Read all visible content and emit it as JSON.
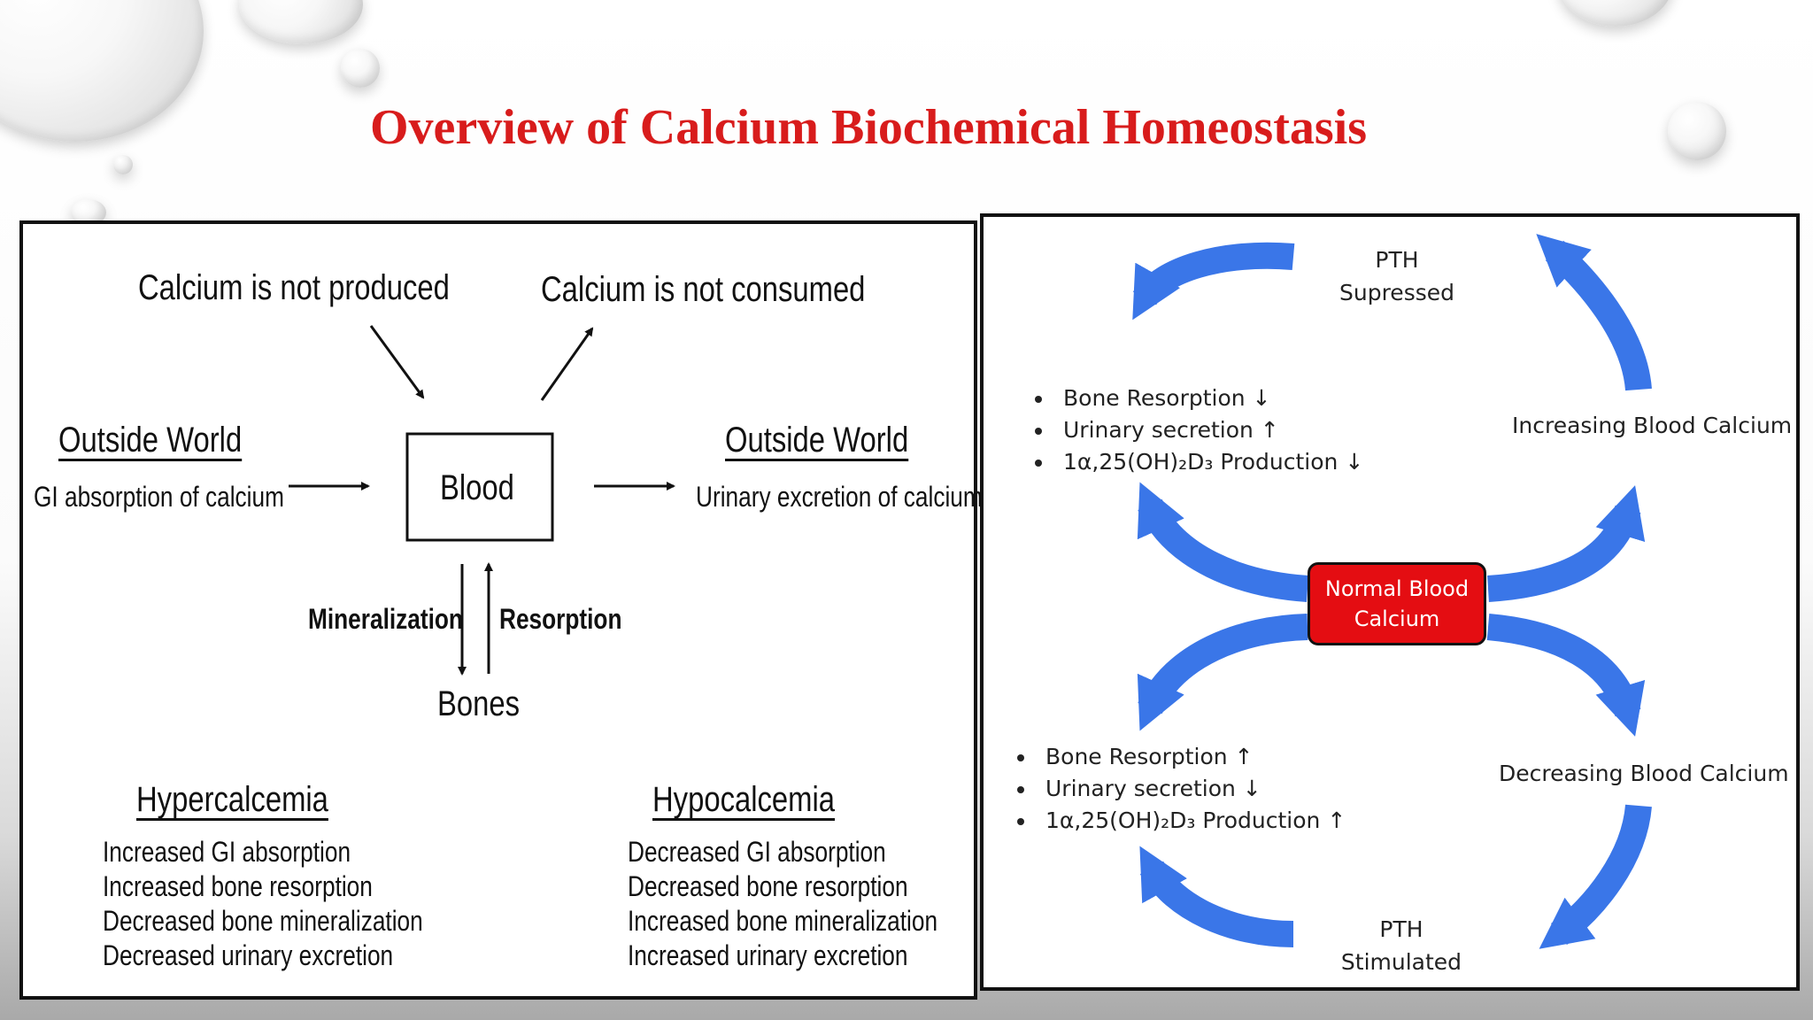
{
  "title": "Overview of  Calcium Biochemical Homeostasis",
  "left_diagram": {
    "not_produced": "Calcium is not produced",
    "not_consumed": "Calcium is not consumed",
    "outside_world_left": {
      "heading": "Outside World",
      "sub": "GI absorption of calcium"
    },
    "outside_world_right": {
      "heading": "Outside World",
      "sub": "Urinary excretion of calcium"
    },
    "blood": "Blood",
    "mineralization": "Mineralization",
    "resorption": "Resorption",
    "bones": "Bones",
    "hypercalcemia": {
      "heading": "Hypercalcemia",
      "items": [
        "Increased GI absorption",
        "Increased bone resorption",
        "Decreased bone mineralization",
        "Decreased urinary excretion"
      ]
    },
    "hypocalcemia": {
      "heading": "Hypocalcemia",
      "items": [
        "Decreased GI absorption",
        "Decreased bone resorption",
        "Increased bone mineralization",
        "Increased urinary excretion"
      ]
    }
  },
  "right_diagram": {
    "pth_top": [
      "PTH",
      "Supressed"
    ],
    "pth_bottom": [
      "PTH",
      "Stimulated"
    ],
    "increasing": "Increasing Blood Calcium",
    "decreasing": "Decreasing Blood Calcium",
    "normal": [
      "Normal Blood",
      "Calcium"
    ],
    "upper_list": [
      "Bone Resorption ↓",
      "Urinary secretion ↑",
      "1α,25(OH)₂D₃ Production ↓"
    ],
    "lower_list": [
      "Bone Resorption ↑",
      "Urinary secretion ↓",
      "1α,25(OH)₂D₃ Production ↑"
    ],
    "arrow_color": "#3a76e8",
    "box_color": "#e40d12"
  },
  "colors": {
    "title": "#d81c1c"
  }
}
